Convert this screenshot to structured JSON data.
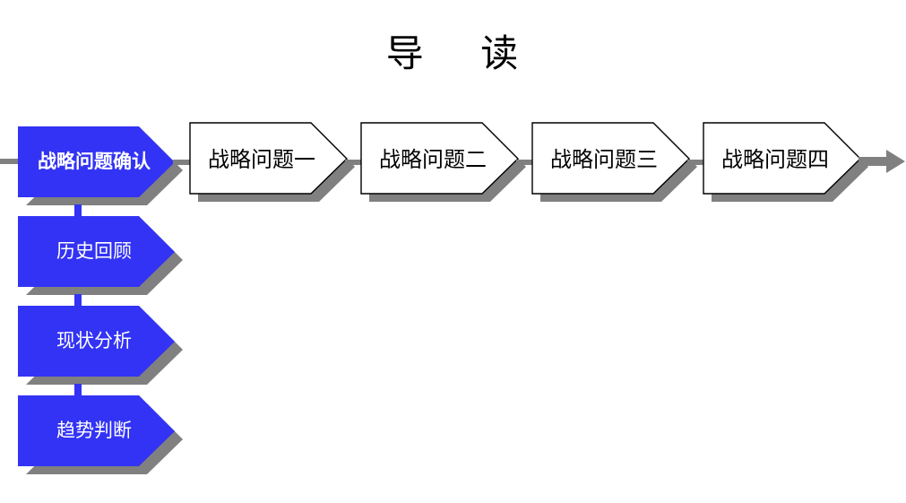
{
  "slide": {
    "title": "导    读",
    "background_color": "#ffffff"
  },
  "colors": {
    "accent_blue": "#3333f5",
    "shadow_gray": "#808080",
    "connector_gray": "#808080",
    "shape_white": "#ffffff",
    "outline_black": "#000000",
    "text_white": "#ffffff",
    "text_black": "#000000"
  },
  "flow": {
    "top_row": {
      "steps": [
        {
          "label": "战略问题确认",
          "style": "blue-filled",
          "emphasis": "bold"
        },
        {
          "label": "战略问题一",
          "style": "white-outlined",
          "emphasis": "normal"
        },
        {
          "label": "战略问题二",
          "style": "white-outlined",
          "emphasis": "normal"
        },
        {
          "label": "战略问题三",
          "style": "white-outlined",
          "emphasis": "normal"
        },
        {
          "label": "战略问题四",
          "style": "white-outlined",
          "emphasis": "normal"
        }
      ],
      "entry_connector": "gray-line-left",
      "exit_connector": "gray-arrow-right"
    },
    "left_column": {
      "steps": [
        {
          "label": "历史回顾",
          "style": "blue-filled",
          "emphasis": "normal"
        },
        {
          "label": "现状分析",
          "style": "blue-filled",
          "emphasis": "normal"
        },
        {
          "label": "趋势判断",
          "style": "blue-filled",
          "emphasis": "normal"
        }
      ],
      "connector": "blue-vertical-stub"
    }
  }
}
